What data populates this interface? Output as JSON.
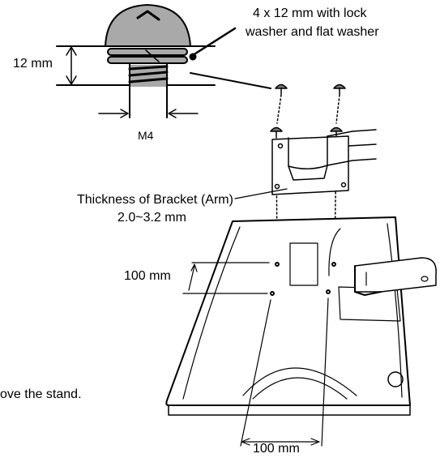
{
  "labels": {
    "screw_spec_line1": "4 x 12 mm with lock",
    "screw_spec_line2": "washer and flat washer",
    "screw_length": "12 mm",
    "thread": "M4",
    "bracket_thickness_line1": "Thickness of Bracket (Arm)",
    "bracket_thickness_line2": "2.0~3.2 mm",
    "vertical_spacing": "100 mm",
    "horizontal_spacing": "100 mm",
    "cropped_caption": "ove the stand."
  },
  "icons": [
    "screw-detail-icon",
    "monitor-back-icon",
    "stand-arm-icon",
    "bracket-icon"
  ]
}
